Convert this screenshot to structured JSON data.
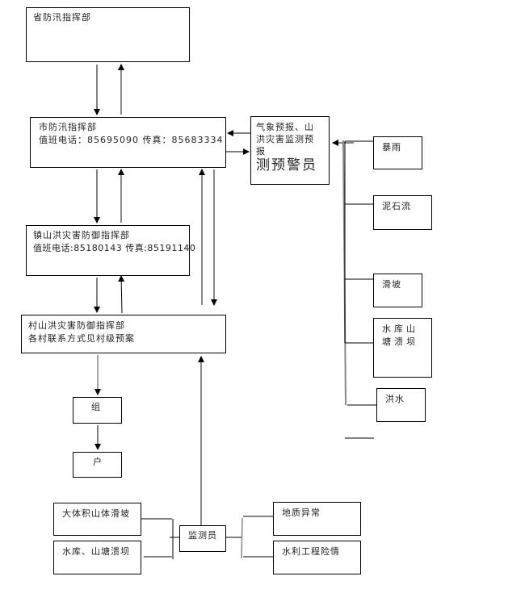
{
  "diagram": {
    "province": {
      "title": "省防汛指挥部"
    },
    "city": {
      "title": "市防汛指挥部",
      "contact": "值班电话：85695090 传真：85683334"
    },
    "town": {
      "title": "镇山洪灾害防御指挥部",
      "contact": "值班电话:85180143 传真:85191140"
    },
    "village": {
      "title": "村山洪灾害防御指挥部",
      "contact": "各村联系方式见村级预案"
    },
    "group": {
      "label": "组"
    },
    "household": {
      "label": "户"
    },
    "forecaster": {
      "line1": "气象预报、山",
      "line2": "洪灾害监测预",
      "line3": "报",
      "line4": "测预警员"
    },
    "hazards": [
      {
        "label": "暴雨"
      },
      {
        "label": "泥石流"
      },
      {
        "label": "滑坡"
      },
      {
        "label": "水库山塘溃坝"
      },
      {
        "label": "洪水"
      }
    ],
    "monitor": {
      "label": "监测员"
    },
    "monitor_inputs_left": [
      {
        "label": "大体积山体滑坡"
      },
      {
        "label": "水库、山塘溃坝"
      }
    ],
    "monitor_inputs_right": [
      {
        "label": "地质异常"
      },
      {
        "label": "水利工程险情"
      }
    ]
  }
}
